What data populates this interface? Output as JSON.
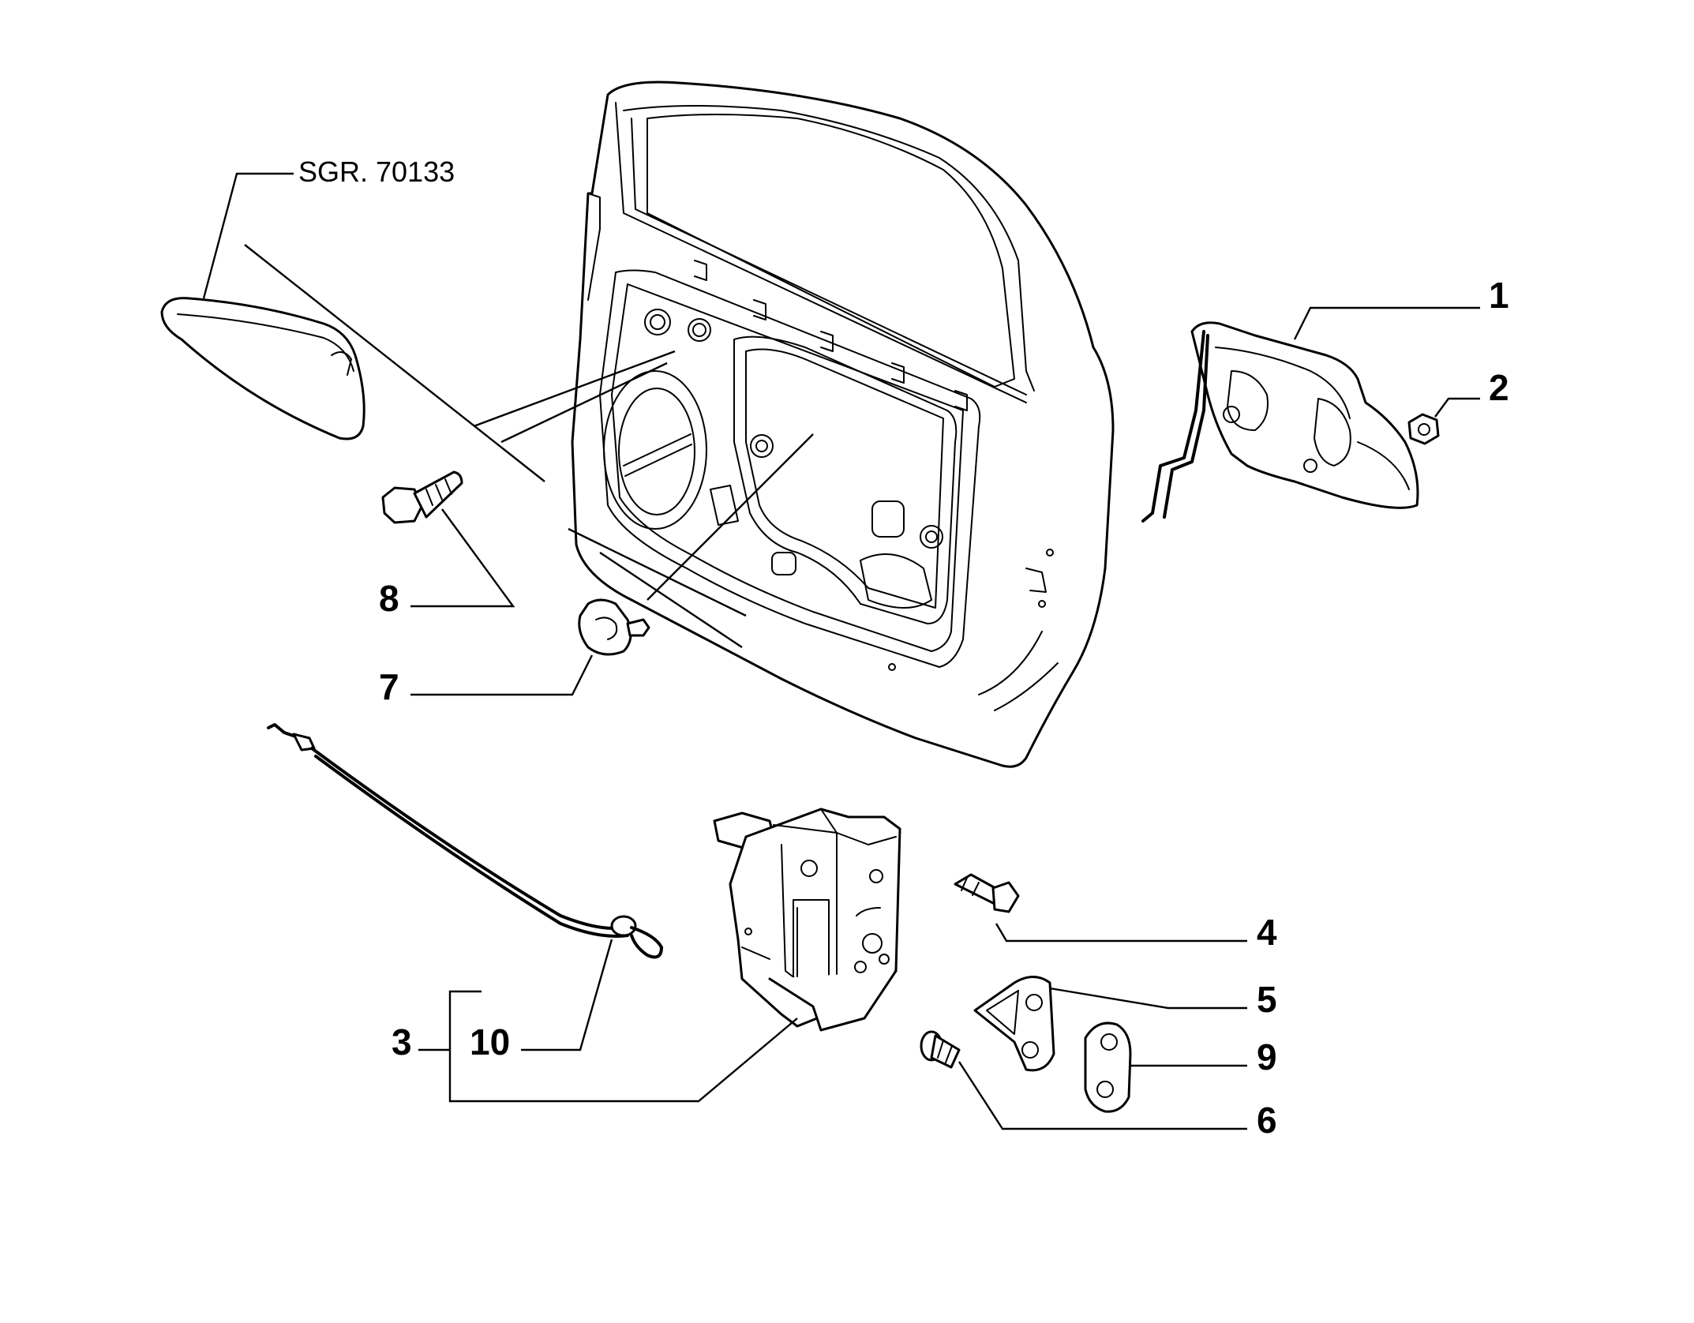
{
  "diagram": {
    "reference_label": "SGR. 70133",
    "callouts": {
      "c1": "1",
      "c2": "2",
      "c3": "3",
      "c4": "4",
      "c5": "5",
      "c6": "6",
      "c7": "7",
      "c8": "8",
      "c9": "9",
      "c10": "10"
    }
  }
}
